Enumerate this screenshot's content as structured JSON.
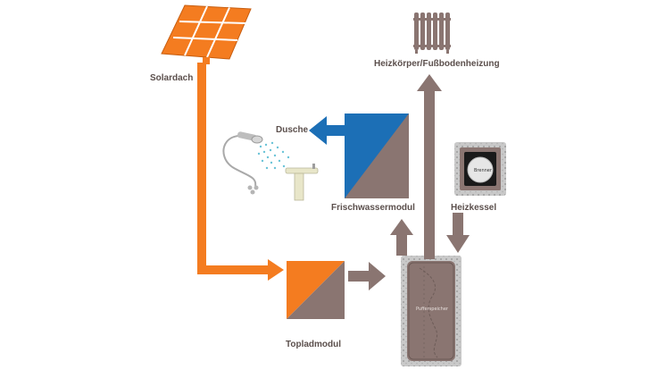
{
  "diagram": {
    "labels": {
      "solardach": "Solardach",
      "heizkoerper": "Heizkörper/Fußbodenheizung",
      "dusche": "Dusche",
      "frischwasser": "Frischwassermodul",
      "heizkessel": "Heizkessel",
      "topladen": "Topladmodul",
      "pufferspeicher": "Pufferspeicher",
      "boiler_text": "Brenner"
    },
    "colors": {
      "solar": "#f47c20",
      "flow": "#8a7571",
      "water": "#1c6fb6",
      "label": "#5b4f4c"
    },
    "icons": [
      "solar-panel-icon",
      "radiator-icon",
      "shower-icon",
      "boiler-icon",
      "buffer-tank-icon"
    ]
  }
}
